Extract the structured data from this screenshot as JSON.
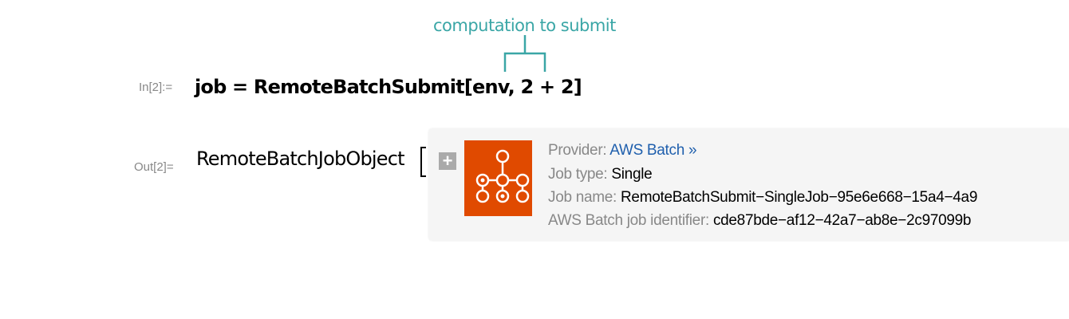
{
  "annotation": {
    "text": "computation to submit",
    "color": "#3aa6a6"
  },
  "input_cell": {
    "label": "In[2]:=",
    "code": "job = RemoteBatchSubmit[env, 2 + 2]"
  },
  "output_cell": {
    "label": "Out[2]=",
    "head": "RemoteBatchJobObject",
    "bracket": "[",
    "summary": {
      "expand_icon": "plus-icon",
      "logo_icon": "aws-batch-network-icon",
      "logo_color": "#e04a00",
      "rows": [
        {
          "label": "Provider: ",
          "value": "AWS Batch »"
        },
        {
          "label": "Job type: ",
          "value": "Single"
        },
        {
          "label": "Job name: ",
          "value": "RemoteBatchSubmit−SingleJob−95e6e668−15a4−4a9"
        },
        {
          "label": "AWS Batch job identifier: ",
          "value": "cde87bde−af12−42a7−ab8e−2c97099b"
        }
      ]
    }
  }
}
